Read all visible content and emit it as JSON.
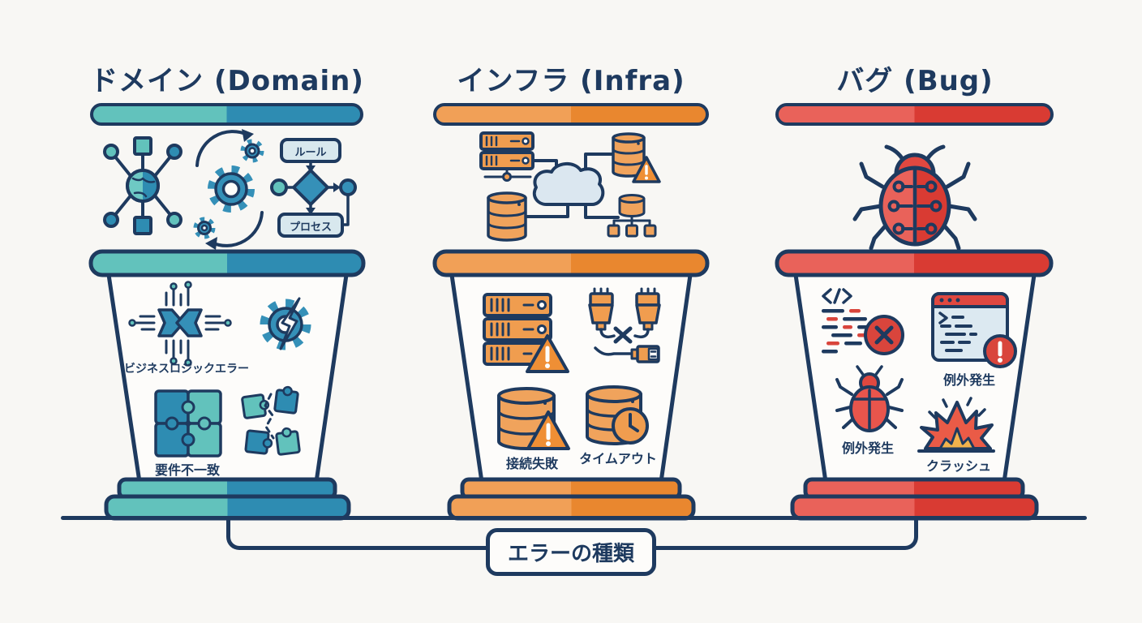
{
  "figure": {
    "kind": "infographic-diagram",
    "language": "ja"
  },
  "palette": {
    "outline_navy": "#1e3a5f",
    "background": "#f8f7f4",
    "bucket_face": "#fdfcfa",
    "domain_teal_light": "#62c2bc",
    "domain_teal_dark": "#2e8cb2",
    "infra_orange_light": "#f1a057",
    "infra_orange_dark": "#e9872f",
    "bug_red_light": "#e9625a",
    "bug_red_dark": "#d93b33",
    "accent_red": "#d9453c",
    "cloud_blue": "#dbe7f0",
    "explosion_yellow": "#f2b24c"
  },
  "columns": [
    {
      "key": "domain",
      "title": "ドメイン (Domain)",
      "bar_colors": {
        "left": "#62c2bc",
        "right": "#2e8cb2"
      },
      "top_icons": [
        "domain-network-icon",
        "process-cycle-gears-icon",
        "rule-flowchart-icon"
      ],
      "flowchart": {
        "rule": "ルール",
        "process": "プロセス"
      },
      "bucket_items": [
        {
          "icon": "broken-chip-icon",
          "label": "ビジネスロジックエラー"
        },
        {
          "icon": "broken-gear-icon",
          "label": ""
        },
        {
          "icon": "puzzle-fit-icon",
          "label": "要件不一致"
        },
        {
          "icon": "puzzle-scattered-icon",
          "label": ""
        }
      ]
    },
    {
      "key": "infra",
      "title": "インフラ (Infra)",
      "bar_colors": {
        "left": "#f1a057",
        "right": "#e9872f"
      },
      "top_icons": [
        "server-cloud-database-network-icon"
      ],
      "bucket_items": [
        {
          "icon": "server-warning-icon",
          "label": ""
        },
        {
          "icon": "plug-disconnected-icon",
          "label": ""
        },
        {
          "icon": "database-warning-icon",
          "label": "接続失敗"
        },
        {
          "icon": "database-clock-icon",
          "label": "タイムアウト"
        }
      ]
    },
    {
      "key": "bug",
      "title": "バグ (Bug)",
      "bar_colors": {
        "left": "#e9625a",
        "right": "#d93b33"
      },
      "top_icons": [
        "circuit-bug-icon"
      ],
      "bucket_items": [
        {
          "icon": "code-error-icon",
          "label": ""
        },
        {
          "icon": "exception-window-icon",
          "label": "例外発生"
        },
        {
          "icon": "bug-icon",
          "label": "例外発生"
        },
        {
          "icon": "crash-icon",
          "label": "クラッシュ"
        }
      ]
    }
  ],
  "footer": {
    "label": "エラーの種類"
  }
}
